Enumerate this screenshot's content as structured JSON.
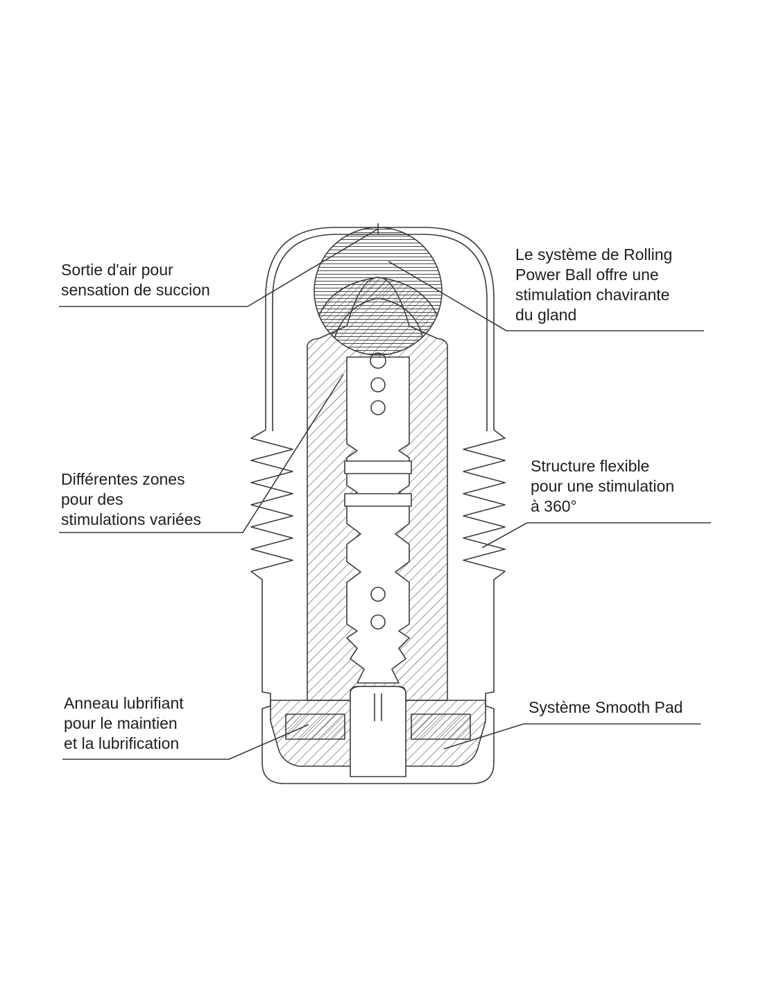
{
  "labels": {
    "air_outlet": {
      "lines": [
        "Sortie d'air pour",
        "sensation de succion"
      ]
    },
    "rolling_ball": {
      "lines": [
        "Le système de Rolling",
        "Power Ball offre une",
        "stimulation chavirante",
        "du gland"
      ]
    },
    "zones": {
      "lines": [
        "Différentes zones",
        "pour des",
        "stimulations variées"
      ]
    },
    "flexible": {
      "lines": [
        "Structure flexible",
        "pour une stimulation",
        "à 360°"
      ]
    },
    "lube_ring": {
      "lines": [
        "Anneau lubrifiant",
        "pour le maintien",
        "et la lubrification"
      ]
    },
    "smooth_pad": {
      "lines": [
        "Système Smooth Pad"
      ]
    }
  },
  "colors": {
    "line": "#3a3a3a",
    "text": "#1e1e1e",
    "background": "#ffffff"
  }
}
